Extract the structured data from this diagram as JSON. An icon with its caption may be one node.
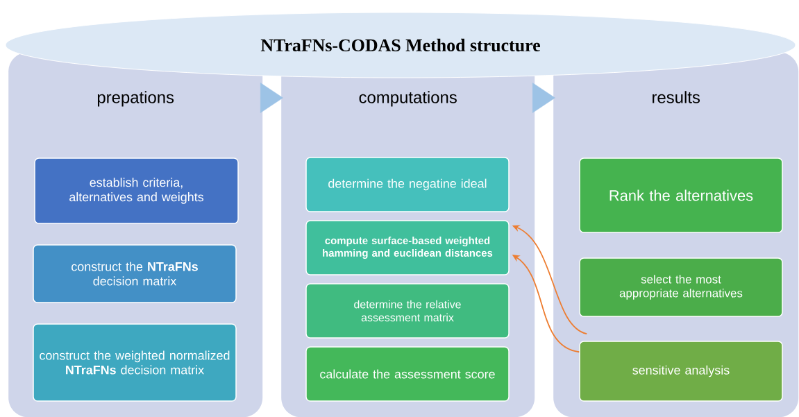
{
  "diagram": {
    "nodes": [
      {
        "text": [
          "NTraFNs-CODAS Method structure"
        ]
      },
      {
        "text": [
          "prepations"
        ]
      },
      {
        "text": [
          "establish criteria, alternatives and weights"
        ],
        "in": 1
      },
      {
        "text": [
          "construct the **NTraFNs** decision matrix"
        ],
        "in": 1
      },
      {
        "text": [
          "construct the weighted normalized **NTraFNs** decision matrix"
        ],
        "in": 1
      },
      {
        "text": [
          "computations"
        ]
      },
      {
        "text": [
          "determine the negatine ideal"
        ],
        "in": 5
      },
      {
        "text": [
          "compute surface-based weighted hamming and euclidean distances"
        ],
        "in": 5
      },
      {
        "text": [
          "determine the relative assessment matrix"
        ],
        "in": 5
      },
      {
        "text": [
          "calculate the assessment score"
        ],
        "in": 5
      },
      {
        "text": [
          "results"
        ]
      },
      {
        "text": [
          "Rank the alternatives"
        ],
        "in": 10
      },
      {
        "text": [
          "select the most appropriate alternatives"
        ],
        "in": 10
      },
      {
        "text": [
          "sensitive analysis"
        ],
        "in": 10
      }
    ],
    "edges": [
      {
        "from": 1,
        "to": 5,
        "arrow": "to",
        "color": "#9dc3e6"
      },
      {
        "from": 5,
        "to": 10,
        "arrow": "to",
        "color": "#9dc3e6"
      },
      {
        "from": 13,
        "to": 7,
        "arrow": "to",
        "color": "#ed7d31"
      },
      {
        "from": 13,
        "to": 7,
        "arrow": "to",
        "color": "#ed7d31"
      }
    ]
  }
}
